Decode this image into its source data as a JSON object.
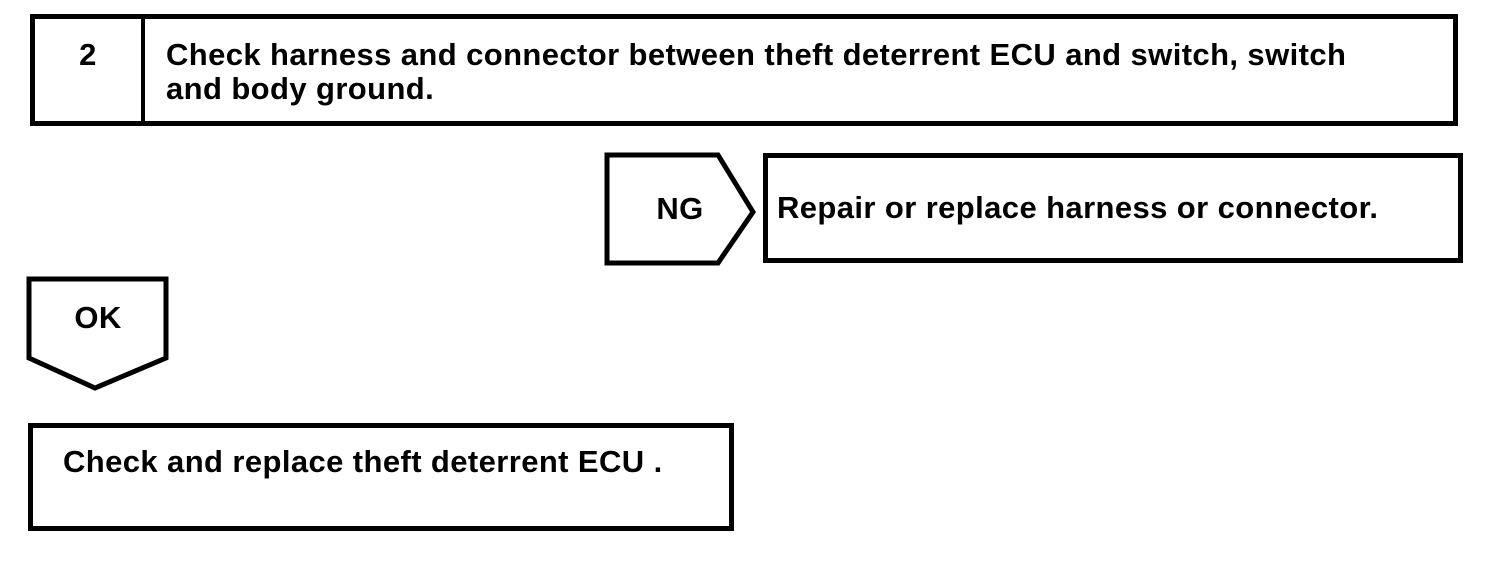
{
  "flowchart": {
    "step": {
      "number": "2",
      "instruction_lines": [
        "Check harness and connector between theft deterrent ECU and switch, switch",
        "and body ground."
      ]
    },
    "ng_branch": {
      "label": "NG",
      "action": "Repair or replace harness or connector."
    },
    "ok_branch": {
      "label": "OK",
      "action": "Check and replace theft deterrent ECU ."
    },
    "colors": {
      "line": "#000000",
      "background": "#ffffff"
    }
  }
}
